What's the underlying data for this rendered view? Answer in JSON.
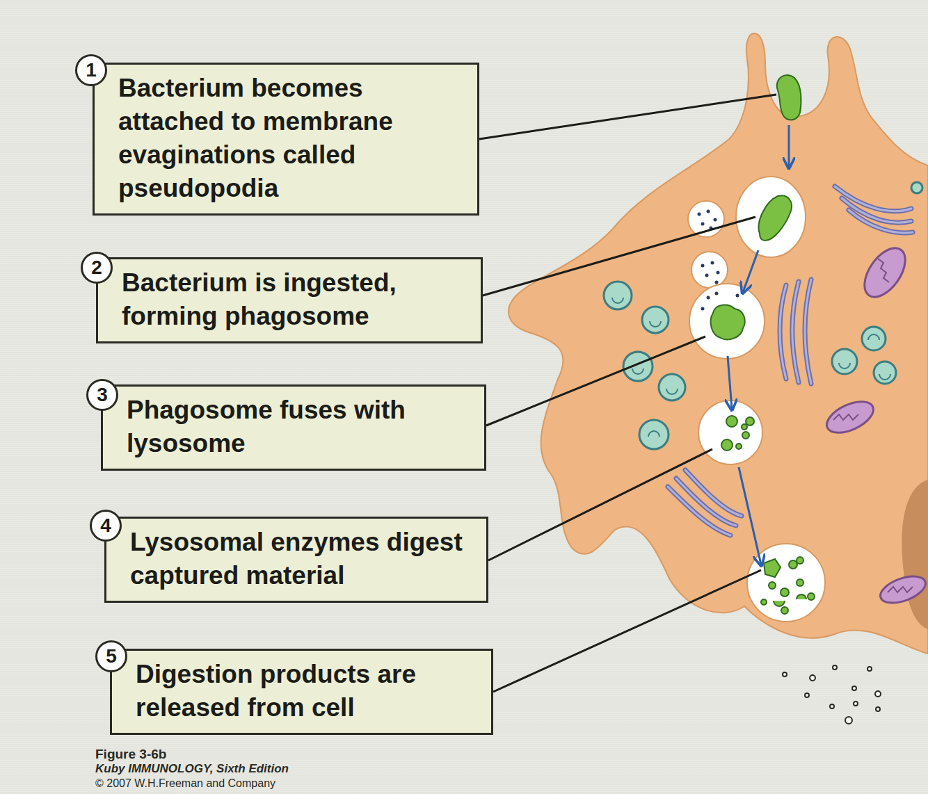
{
  "diagram": {
    "nodes": [
      {
        "text": [
          "Bacterium becomes attached to membrane evaginations called pseudopodia"
        ]
      },
      {
        "text": [
          "Bacterium is ingested, forming phagosome"
        ]
      },
      {
        "text": [
          "Phagosome fuses with lysosome"
        ]
      },
      {
        "text": [
          "Lysosomal enzymes digest captured material"
        ]
      },
      {
        "text": [
          "Digestion products are released from cell"
        ]
      }
    ],
    "labels": [
      "1",
      "2",
      "3",
      "4",
      "5",
      "Figure 3-6b",
      "Kuby IMMUNOLOGY, Sixth Edition",
      "© 2007 W.H.Freeman and Company"
    ]
  }
}
